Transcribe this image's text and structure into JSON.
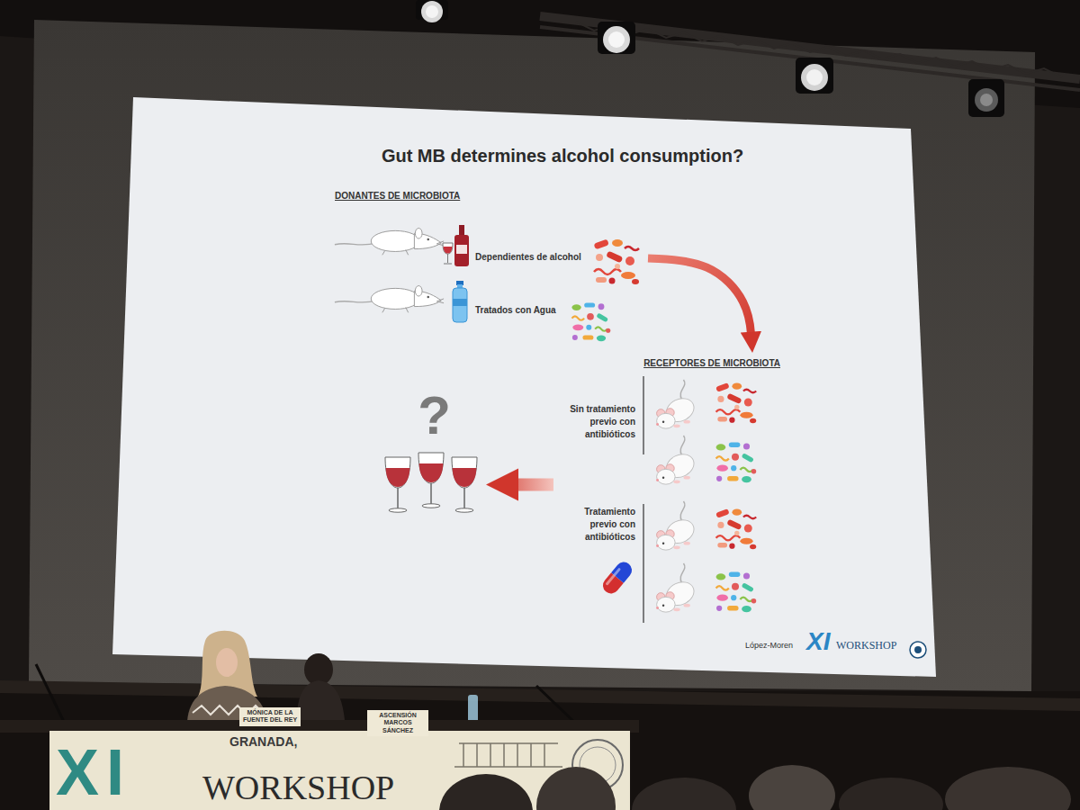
{
  "diagram": {
    "title": "Gut MB determines alcohol consumption?",
    "nodes": [
      {
        "text": [
          "DONANTES DE MICROBIOTA"
        ]
      },
      {
        "text": [
          "Dependientes de alcohol"
        ],
        "in": 0
      },
      {
        "text": [
          "Tratados con Agua"
        ],
        "in": 0
      },
      {
        "text": [
          "RECEPTORES DE MICROBIOTA"
        ]
      },
      {
        "text": [
          "Sin tratamiento previo con antibióticos"
        ],
        "in": 3
      },
      {
        "text": [
          "Tratamiento previo con antibióticos"
        ],
        "in": 3
      },
      {
        "text": [
          "?"
        ]
      }
    ],
    "edges": [
      {
        "from": 1,
        "to": 3,
        "arrow": "to"
      },
      {
        "from": 3,
        "to": 6,
        "arrow": "to"
      }
    ],
    "labels": [
      "López-Moren",
      "XI",
      "WORKSHOP",
      "MÓNICA DE LA FUENTE DEL REY",
      "ASCENSIÓN MARCOS SÁNCHEZ",
      "XI",
      "GRANADA,",
      "WORKSHOP"
    ]
  }
}
